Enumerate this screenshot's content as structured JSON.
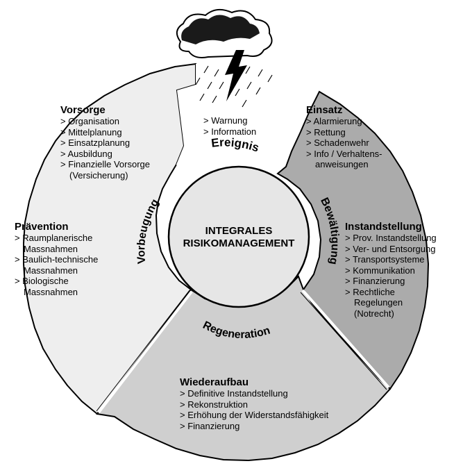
{
  "center": {
    "line1": "INTEGRALES",
    "line2": "RISIKOMANAGEMENT"
  },
  "ring_labels": {
    "ereignis": "Ereignis",
    "bewaeltigung": "Bewältigung",
    "regeneration": "Regeneration",
    "vorbeugung": "Vorbeugung"
  },
  "ereignis_box": {
    "items": [
      "Warnung",
      "Information"
    ]
  },
  "sections": {
    "vorsorge": {
      "title": "Vorsorge",
      "items": [
        "Organisation",
        "Mittelplanung",
        "Einsatzplanung",
        "Ausbildung",
        "Finanzielle Vorsorge"
      ],
      "extra": "(Versicherung)"
    },
    "einsatz": {
      "title": "Einsatz",
      "items": [
        "Alarmierung",
        "Rettung",
        "Schadenwehr",
        "Info / Verhaltens-"
      ],
      "extra": "anweisungen"
    },
    "praevention": {
      "title": "Prävention",
      "items": [
        "Raumplanerische",
        "Baulich-technische",
        "Biologische"
      ],
      "item_continuations": [
        "Massnahmen",
        "Massnahmen",
        "Massnahmen"
      ]
    },
    "instandstellung": {
      "title": "Instandstellung",
      "items": [
        "Prov. Instandstellung",
        "Ver- und Entsorgung",
        "Transportsysteme",
        "Kommunikation",
        "Finanzierung",
        "Rechtliche"
      ],
      "item_continuations": [
        "Regelungen",
        "(Notrecht)"
      ]
    },
    "wiederaufbau": {
      "title": "Wiederaufbau",
      "items": [
        "Definitive Instandstellung",
        "Rekonstruktion",
        "Erhöhung der Widerstandsfähigkeit",
        "Finanzierung"
      ]
    }
  },
  "colors": {
    "light_fill": "#eeeeee",
    "medium_fill": "#cfcfcf",
    "dark_fill": "#ababab",
    "center_fill": "#e6e6e6",
    "stroke": "#000000"
  },
  "icons": [
    "storm-cloud-icon",
    "lightning-bolt-icon",
    "rain-icon"
  ]
}
